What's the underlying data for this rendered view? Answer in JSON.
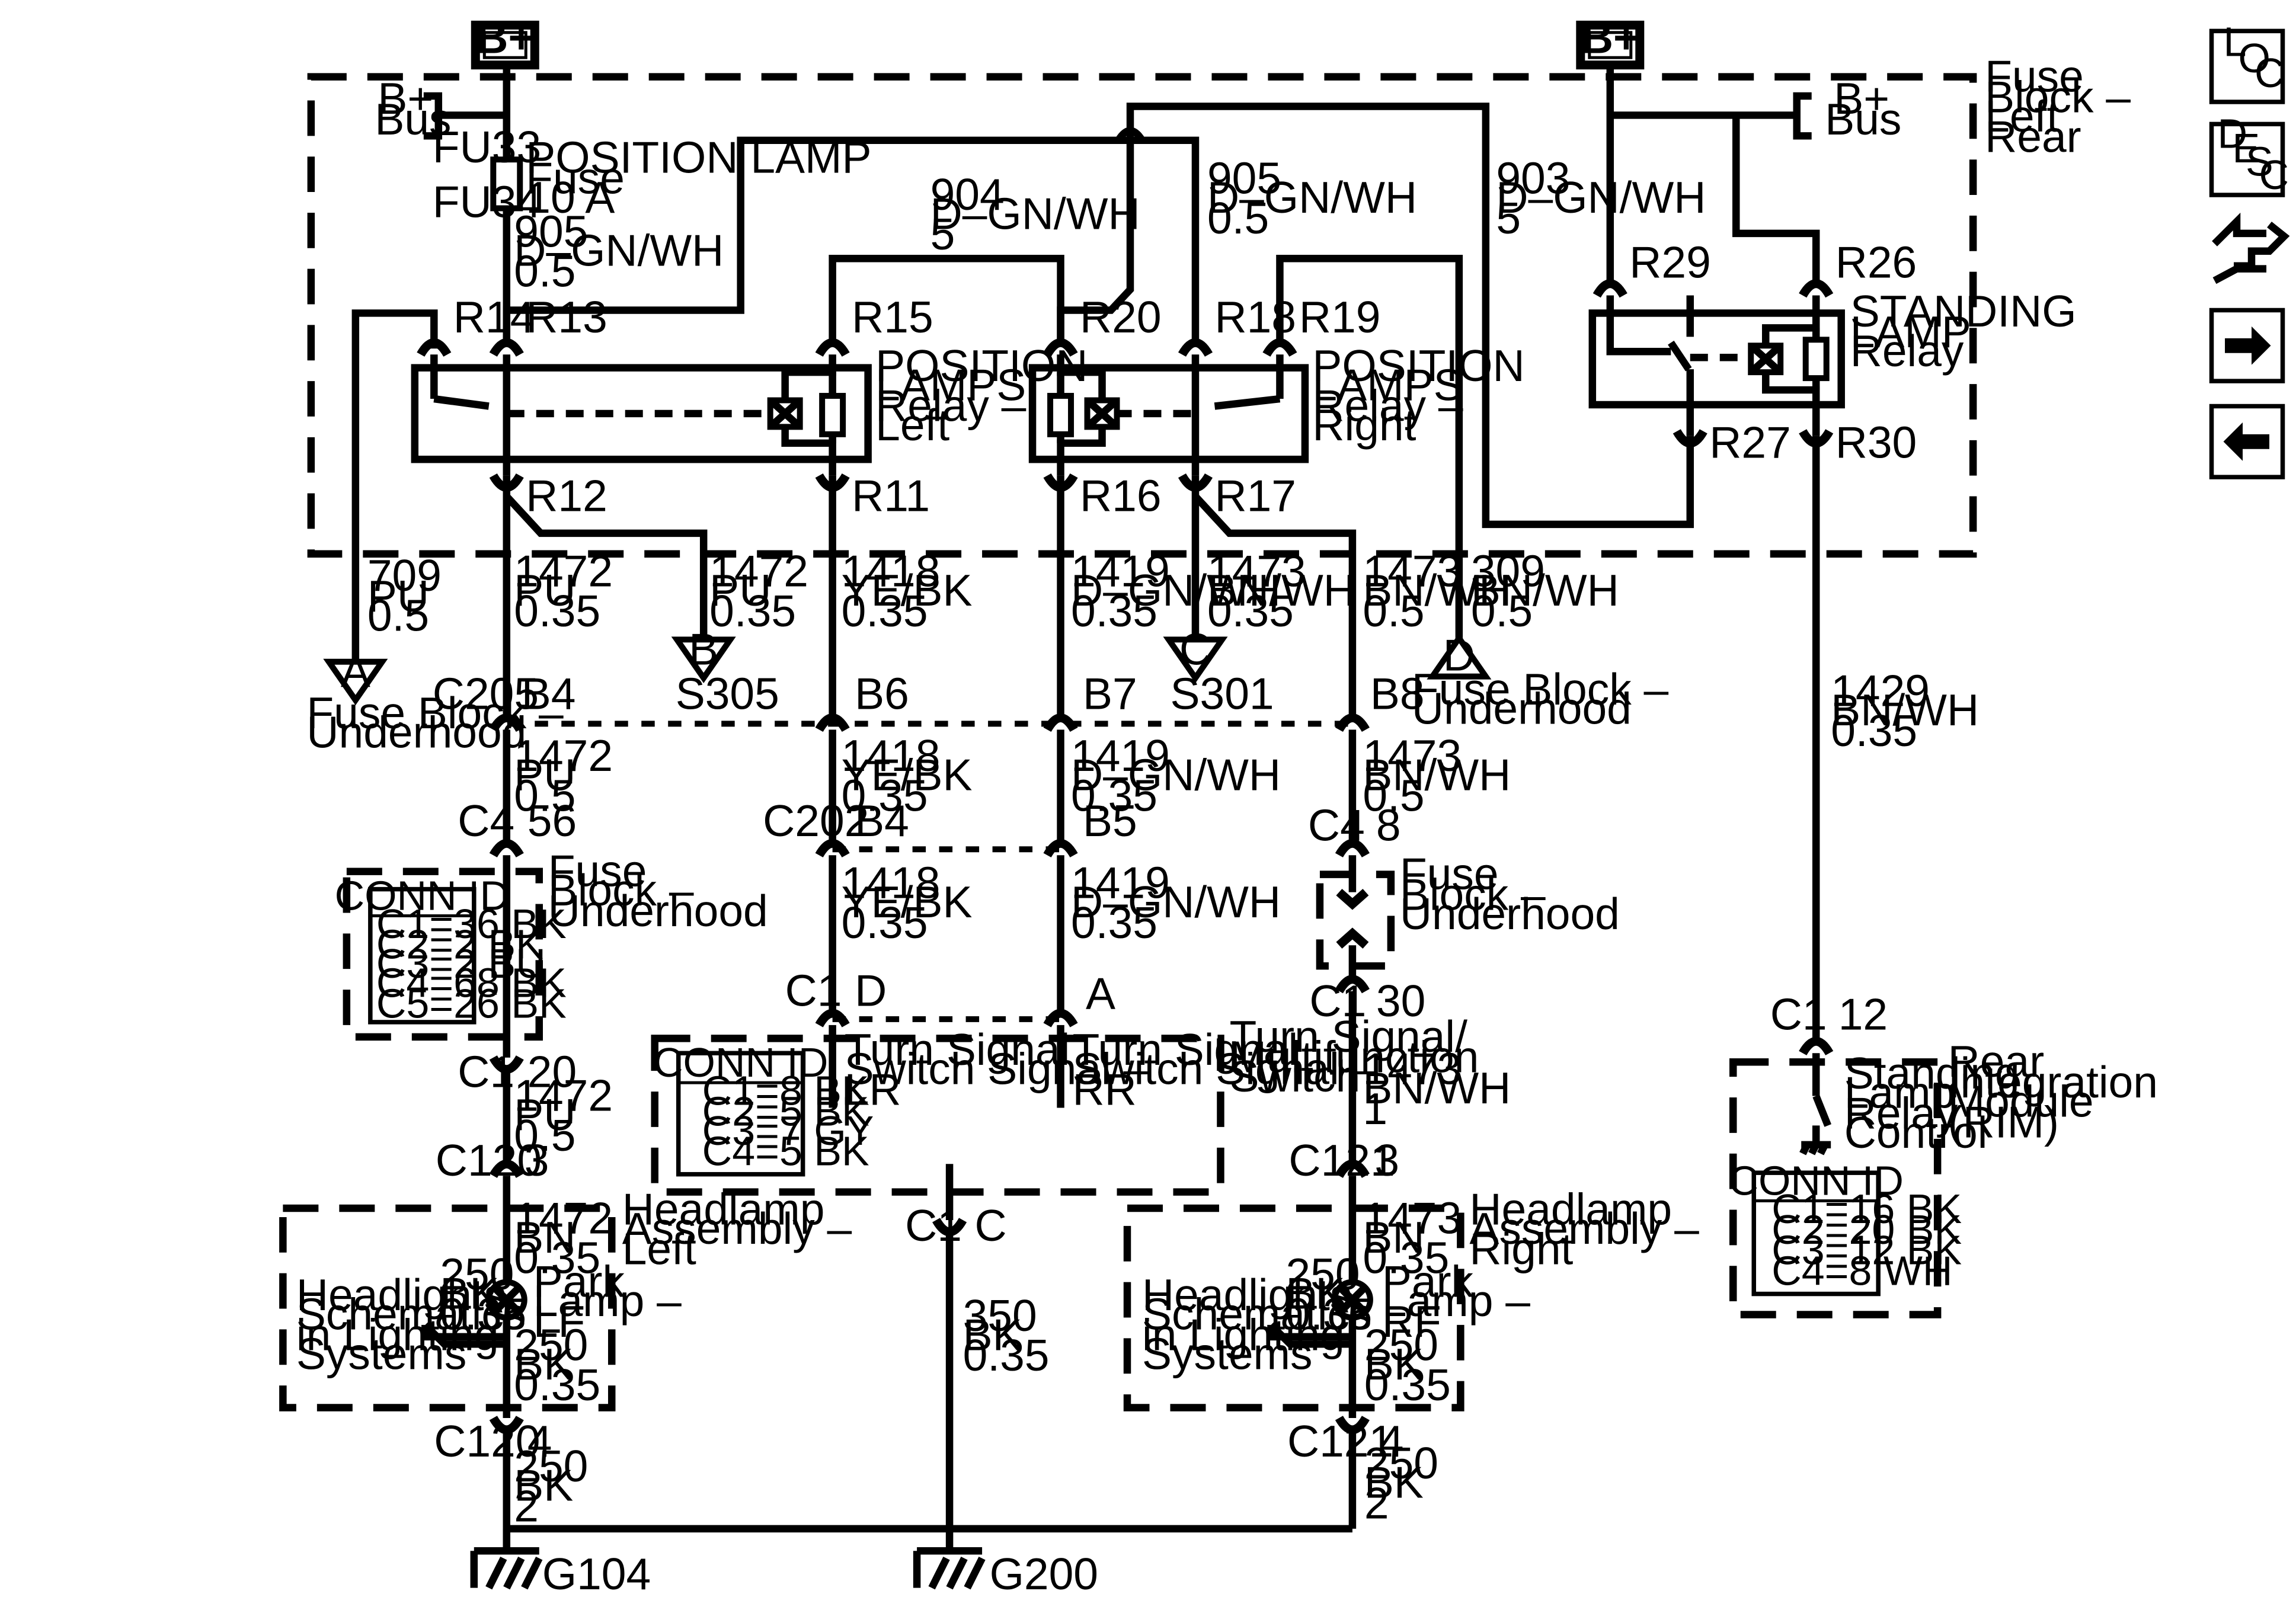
{
  "power": {
    "left": "B+",
    "right": "B+"
  },
  "bus": {
    "left": [
      "B+",
      "Bus"
    ],
    "right": [
      "B+",
      "Bus"
    ]
  },
  "fuse_block_rear": [
    "Fuse",
    "Block –",
    "Left",
    "Rear"
  ],
  "fuse": {
    "top_term": "FU33",
    "bottom_term": "FU34",
    "label": [
      "POSITION LAMP",
      "Fuse",
      "10 A"
    ]
  },
  "relays": {
    "left": {
      "label": [
        "POSITION",
        "LAMPS",
        "Relay –",
        "Left"
      ],
      "terms": {
        "r14": "R14",
        "r13": "R13",
        "r15": "R15",
        "r12": "R12",
        "r11": "R11"
      }
    },
    "right": {
      "label": [
        "POSITION",
        "LAMPS",
        "Relay –",
        "Right"
      ],
      "terms": {
        "r20": "R20",
        "r18": "R18",
        "r19": "R19",
        "r16": "R16",
        "r17": "R17"
      }
    },
    "standing": {
      "label": [
        "STANDING",
        "LAMP",
        "Relay"
      ],
      "terms": {
        "r29": "R29",
        "r26": "R26",
        "r27": "R27",
        "r30": "R30"
      }
    }
  },
  "wires": {
    "w905a": [
      "905",
      "D–GN/WH",
      "0.5"
    ],
    "w904": [
      "904",
      "D–GN/WH",
      "5"
    ],
    "w905b": [
      "905",
      "D–GN/WH",
      "0.5"
    ],
    "w903": [
      "903",
      "D–GN/WH",
      "5"
    ],
    "w709": [
      "709",
      "PU",
      "0.5"
    ],
    "w1472a": [
      "1472",
      "PU",
      "0.35"
    ],
    "w1472b": [
      "1472",
      "PU",
      "0.35"
    ],
    "w1418a": [
      "1418",
      "YE/BK",
      "0.35"
    ],
    "w1419a": [
      "1419",
      "D–GN/WH",
      "0.35"
    ],
    "w1473a": [
      "1473",
      "BN/WH",
      "0.35"
    ],
    "w1473b": [
      "1473",
      "BN/WH",
      "0.5"
    ],
    "w309": [
      "309",
      "BN/WH",
      "0.5"
    ],
    "w1429": [
      "1429",
      "BN/WH",
      "0.35"
    ],
    "w1472c": [
      "1472",
      "PU",
      "0.5"
    ],
    "w1418b": [
      "1418",
      "YE/BK",
      "0.35"
    ],
    "w1419b": [
      "1419",
      "D–GN/WH",
      "0.35"
    ],
    "w1473c": [
      "1473",
      "BN/WH",
      "0.5"
    ],
    "w1418c": [
      "1418",
      "YE/BK",
      "0.35"
    ],
    "w1419c": [
      "1419",
      "D–GN/WH",
      "0.35"
    ],
    "w1472d": [
      "1472",
      "PU",
      "0.5"
    ],
    "w1473d": [
      "1473",
      "BN/WH",
      "1"
    ],
    "w1472e": [
      "1472",
      "BN",
      "0.35"
    ],
    "w250la": [
      "250",
      "BK",
      "0.35"
    ],
    "w250lb": [
      "250",
      "BK",
      "0.35"
    ],
    "w1473e": [
      "1473",
      "BN",
      "0.35"
    ],
    "w250ra": [
      "250",
      "BK",
      "0.35"
    ],
    "w250rb": [
      "250",
      "BK",
      "0.35"
    ],
    "w350": [
      "350",
      "BK",
      "0.35"
    ],
    "w250lc": [
      "250",
      "BK",
      "2"
    ],
    "w250rc": [
      "250",
      "BK",
      "2"
    ]
  },
  "offpage": {
    "a": {
      "letter": "A",
      "label": [
        "Fuse Block –",
        "Underhood"
      ]
    },
    "b": {
      "letter": "B",
      "label": "S305"
    },
    "c": {
      "letter": "C",
      "label": "S301"
    },
    "d": {
      "letter": "D",
      "label": [
        "Fuse Block –",
        "Underhood"
      ]
    }
  },
  "connectors": {
    "c205": "C205",
    "b4": "B4",
    "b6": "B6",
    "b7": "B7",
    "b8": "B8",
    "c4l": "C4",
    "p56": "56",
    "c202": "C202",
    "b4b": "B4",
    "b5": "B5",
    "c4r": "C4",
    "p8": "8",
    "c1tl": "C1",
    "pd": "D",
    "pa": "A",
    "c1r": "C1",
    "p30": "30",
    "c1l": "C1",
    "p20": "20",
    "c1rim": "C1",
    "p12": "12",
    "c120a": "C120",
    "p3a": "3",
    "c121a": "C121",
    "p3b": "3",
    "c1c": "C1",
    "pc": "C",
    "c120b": "C120",
    "p4a": "4",
    "c121b": "C121",
    "p4b": "4"
  },
  "modules": {
    "fuse_block_uh_left": [
      "Fuse",
      "Block –",
      "Underhood"
    ],
    "fuse_block_uh_right": [
      "Fuse",
      "Block –",
      "Underhood"
    ],
    "turn_signal": [
      "Turn Signal/",
      "Multifunction",
      "Switch"
    ],
    "ts_lr": [
      "Turn Signal",
      "Switch Signal –",
      "LR"
    ],
    "ts_rr": [
      "Turn Signal",
      "Switch Signal –",
      "RR"
    ],
    "rim": [
      "Rear",
      "Integration",
      "Module",
      "(RIM)"
    ],
    "rim_inner": [
      "Standing",
      "Lamp",
      "Relay",
      "Control"
    ],
    "headlamp_left": [
      "Headlamp",
      "Assembly –",
      "Left"
    ],
    "headlamp_right": [
      "Headlamp",
      "Assembly –",
      "Right"
    ],
    "park_lf": [
      "Park",
      "Lamp –",
      "LF"
    ],
    "park_rf": [
      "Park",
      "Lamp –",
      "RF"
    ],
    "hl_sch_left": [
      "Headlights",
      "Schematics",
      "in Lighting",
      "Systems"
    ],
    "hl_sch_right": [
      "Headlights",
      "Schematics",
      "in Lighting",
      "Systems"
    ]
  },
  "conn_id_tables": {
    "fuse_block": {
      "header": "CONN ID",
      "rows": [
        "C1=36 BK",
        "C2=2 BK",
        "C3=2 BU",
        "C4=68 BK",
        "C5=26 BK"
      ]
    },
    "turn_signal": {
      "header": "CONN ID",
      "rows": [
        "C1=8 BK",
        "C2=5 BK",
        "C3=7 GY",
        "C4=5 BK"
      ]
    },
    "rim": {
      "header": "CONN ID",
      "rows": [
        "C1=16 BK",
        "C2=20 BK",
        "C3=12 BK",
        "C4=8 WH"
      ]
    }
  },
  "grounds": {
    "g104": "G104",
    "g200": "G200"
  },
  "nav": {
    "loc": [
      "L",
      "O",
      "C"
    ],
    "desc": [
      "D",
      "E",
      "S",
      "C"
    ],
    "icons": [
      "connector-swap-icon",
      "arrow-right-icon",
      "arrow-left-icon"
    ]
  }
}
